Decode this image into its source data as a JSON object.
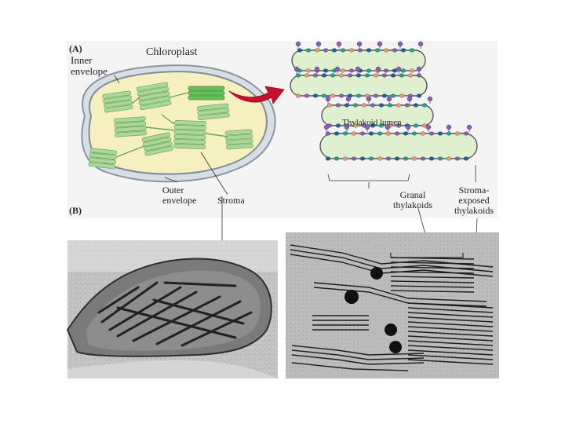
{
  "figure": {
    "panel_a_label": "(A)",
    "panel_b_label": "(B)",
    "chloroplast_title": "Chloroplast",
    "inner_envelope": [
      "Inner",
      "envelope"
    ],
    "outer_envelope": [
      "Outer",
      "envelope"
    ],
    "stroma": "Stroma",
    "thylakoid_lumen": "Thylakoid lumen",
    "granal_thylakoids": [
      "Granal",
      "thylakoids"
    ],
    "stroma_exposed_thylakoids": [
      "Stroma-",
      "exposed",
      "thylakoids"
    ]
  },
  "colors": {
    "panel_background": "#f4f4f4",
    "envelope": "#9aa7b4",
    "stroma_fill": "#f6efc0",
    "thylakoid_green": "#a9d89a",
    "thylakoid_highlight": "#69c05a",
    "lumen_fill": "#dff0cf",
    "arrow_red": "#c8102e",
    "protein_purple": "#8a5fb0",
    "protein_blue": "#1f5f9e",
    "protein_teal": "#2aa08a",
    "protein_salmon": "#e79a7a",
    "micrograph_bg": "#b9b9b9",
    "membrane_dark": "#2a2a2a"
  }
}
